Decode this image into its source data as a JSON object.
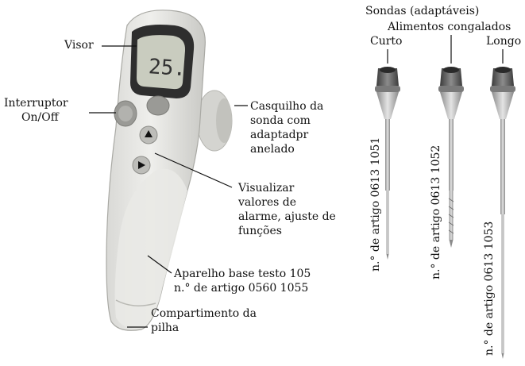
{
  "device": {
    "display_reading": "25.",
    "visor": "Visor",
    "switch": "Interruptor On/Off",
    "switch_line1": "Interruptor",
    "switch_line2": "On/Off",
    "socket_line1": "Casquilho da",
    "socket_line2": "sonda com",
    "socket_line3": "adaptadpr",
    "socket_line4": "anelado",
    "alarm_line1": "Visualizar",
    "alarm_line2": "valores de",
    "alarm_line3": "alarme, ajuste de",
    "alarm_line4": "funções",
    "base_line1": "Aparelho base testo 105",
    "base_line2": "n.° de artigo 0560 1055",
    "battery_line1": "Compartimento da",
    "battery_line2": "pilha"
  },
  "probes": {
    "header": "Sondas (adaptáveis)",
    "frozen": "Alimentos congalados",
    "short": "Curto",
    "long": "Longo",
    "art_short": "n.° de artigo 0613 1051",
    "art_frozen": "n.° de artigo 0613 1052",
    "art_long": "n.° de artigo 0613 1053"
  }
}
